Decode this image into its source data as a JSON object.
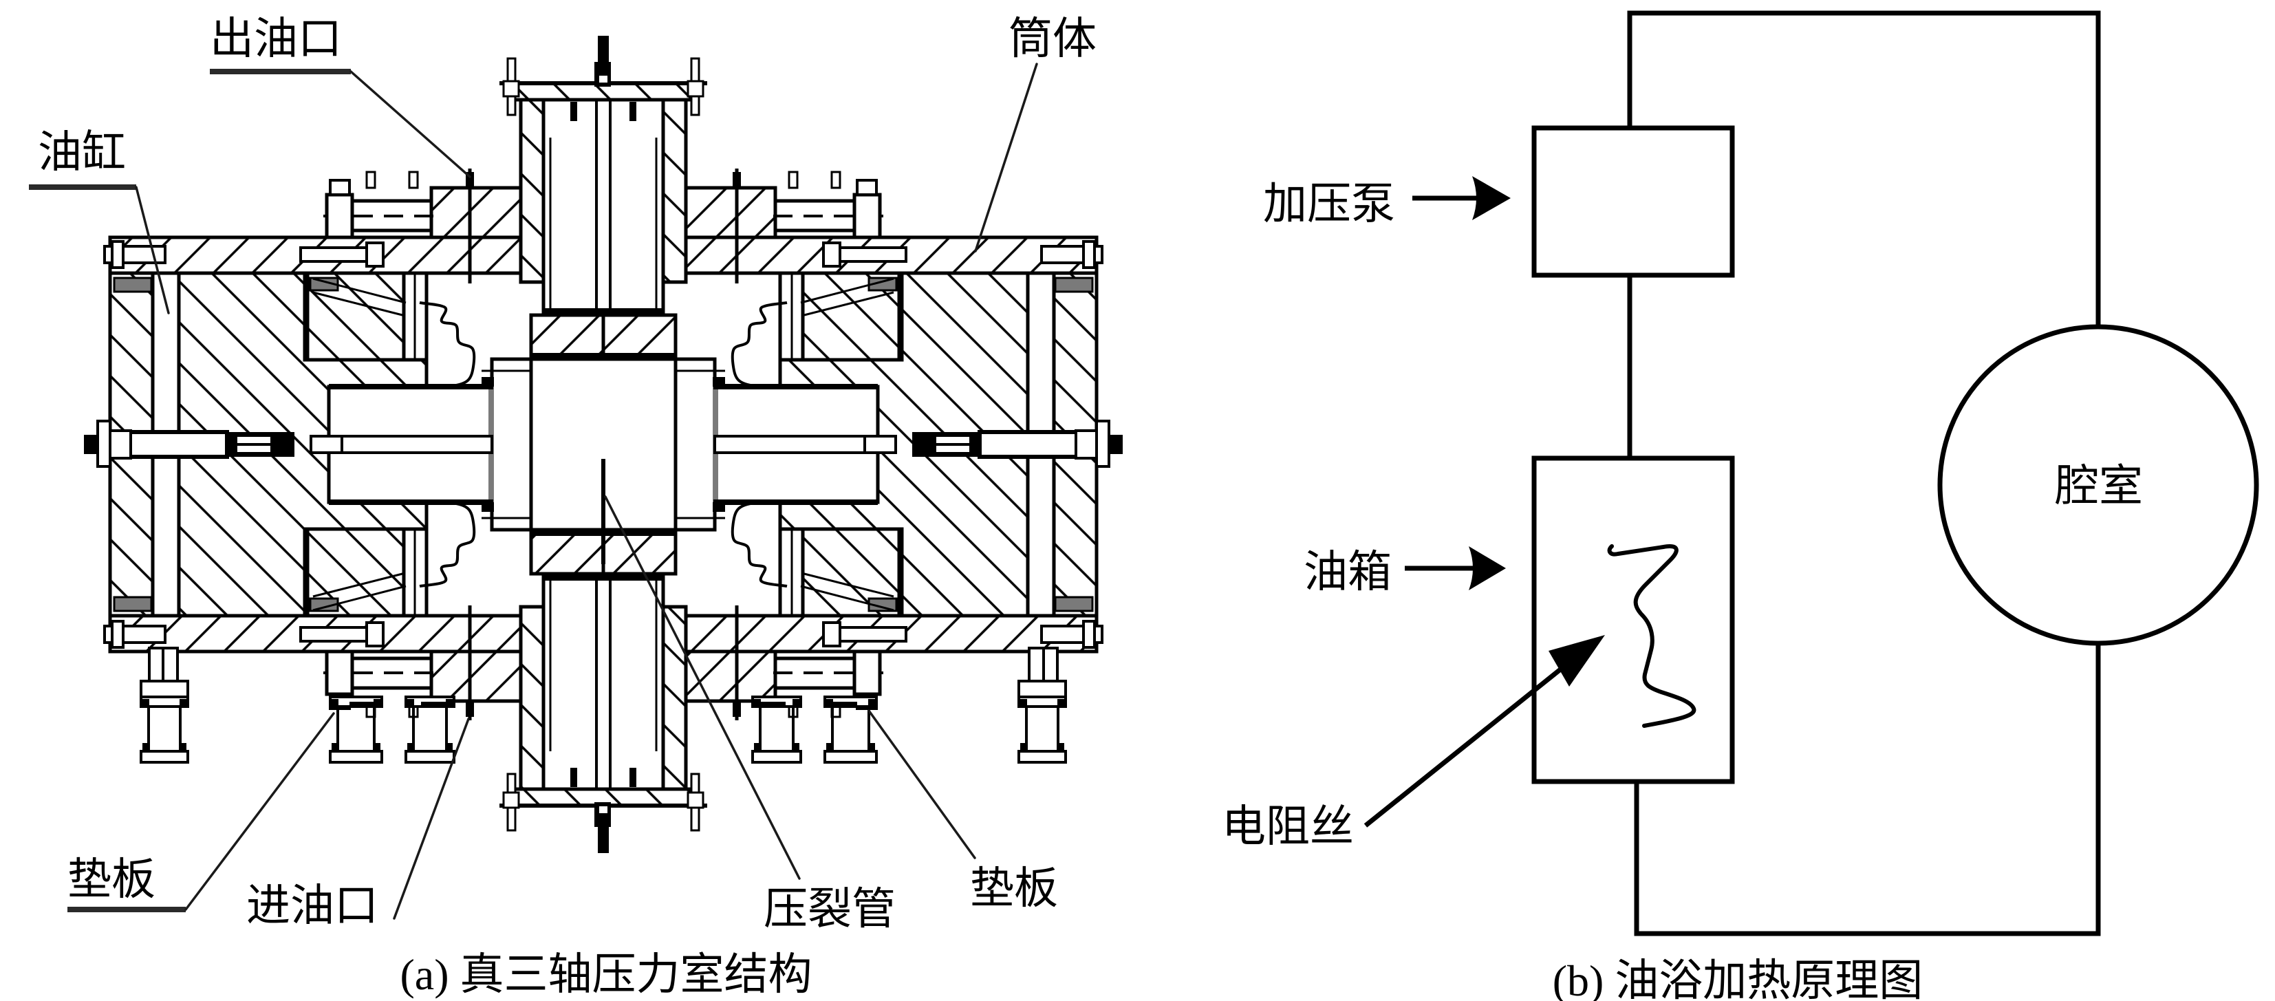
{
  "figure": {
    "panel_a": {
      "caption": "(a) 真三轴压力室结构",
      "labels": {
        "outlet": "出油口",
        "cylinder_body": "筒体",
        "oil_cylinder": "油缸",
        "pad_left": "垫板",
        "inlet": "进油口",
        "fracturing_tube": "压裂管",
        "pad_right": "垫板"
      }
    },
    "panel_b": {
      "caption": "(b) 油浴加热原理图",
      "labels": {
        "pump": "加压泵",
        "oil_tank": "油箱",
        "resistance_wire": "电阻丝",
        "chamber": "腔室"
      }
    }
  },
  "colors": {
    "ink": "#000000",
    "paper": "#ffffff",
    "seal_gray": "#7a7a7a"
  }
}
